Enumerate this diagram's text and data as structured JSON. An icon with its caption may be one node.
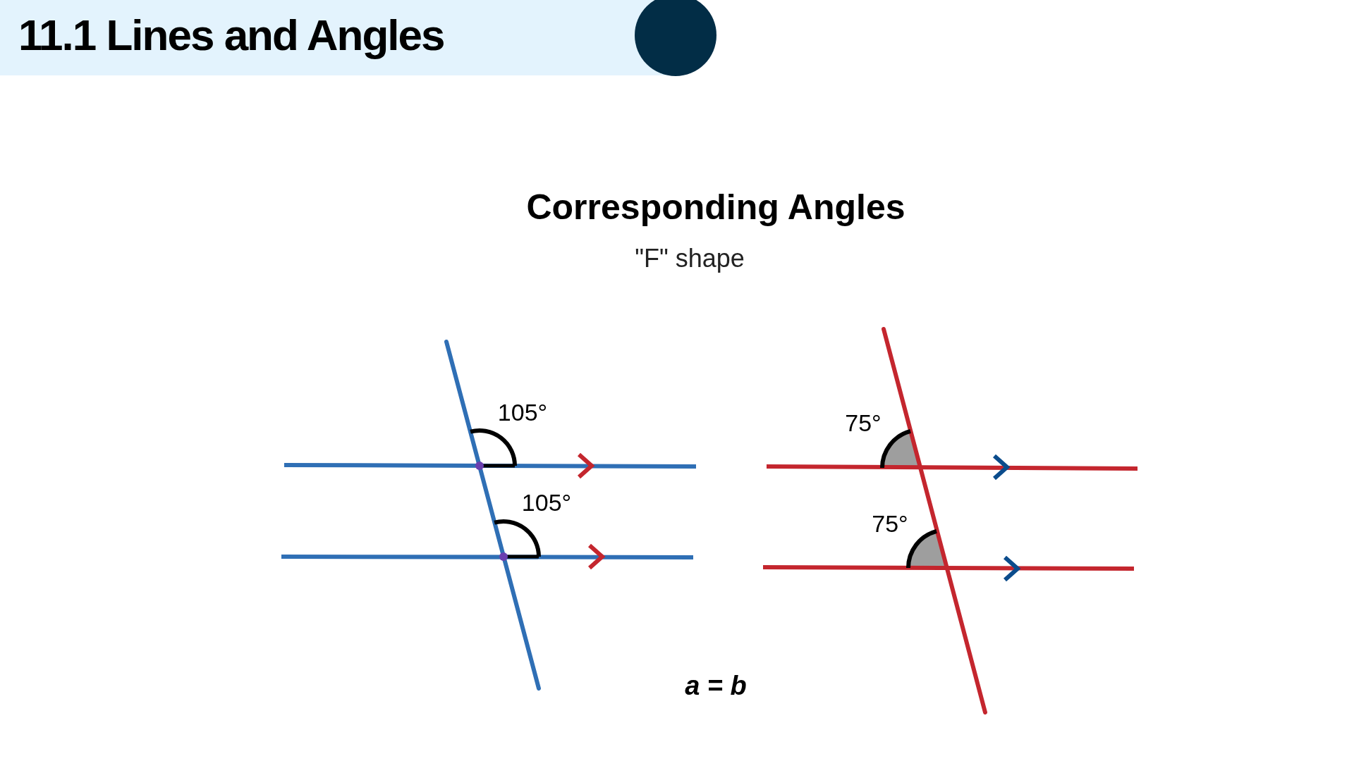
{
  "diagram": {
    "title": "11.1 Lines and Angles",
    "labels": [
      "Corresponding Angles",
      "\"F\" shape",
      "105°",
      "105°",
      "75°",
      "75°",
      "a = b"
    ]
  }
}
